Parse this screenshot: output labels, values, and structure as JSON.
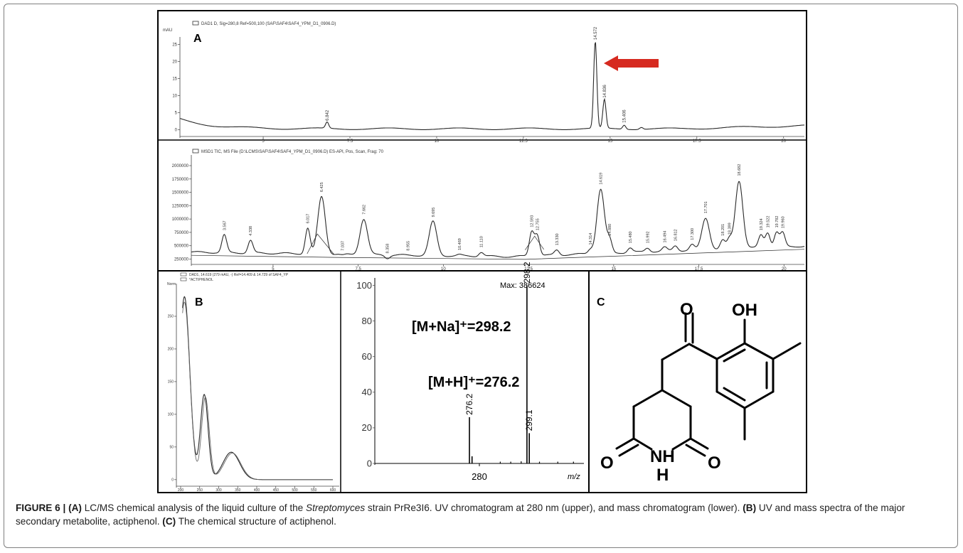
{
  "figure": {
    "panel_labels": {
      "a": "A",
      "b": "B",
      "c": "C"
    },
    "uv_header": "DAD1 D, Sig=280,8 Ref=500,100 (SAF\\SAF4\\SAF4_YPM_D1_0906.D)",
    "tic_header": "MSD1 TIC, MS File (D:\\LCMS\\SAF\\SAF4\\SAF4_YPM_D1_0906.D)   ES-API, Pos, Scan, Frag: 70",
    "uv_spec_header_1": "DAD1, 14.619 (279 mAU, -) Ref=14.409 & 14.729 of SAF4_YP",
    "uv_spec_header_2": "*ACTIPHENOL",
    "uv_spec_yunit": "Norm.",
    "ms_max_label": "Max: 386624",
    "ms_xunit": "m/z",
    "ann_na": "[M+Na]⁺=298.2",
    "ann_h": "[M+H]⁺=276.2",
    "struct_labels": {
      "o_ketone": "O",
      "oh": "OH",
      "o_left": "O",
      "o_right": "O",
      "nh": "NH",
      "h": "H"
    }
  },
  "chart_data": [
    {
      "type": "line",
      "panel": "A-upper",
      "ylabel": "mAU",
      "xlim": [
        2.6,
        20.6
      ],
      "ylim": [
        -2,
        28
      ],
      "x_ticks": [
        "5",
        "7.5",
        "10",
        "12.5",
        "15",
        "17.5",
        "20"
      ],
      "y_ticks": [
        "0",
        "5",
        "10",
        "15",
        "20",
        "25"
      ],
      "peaks": [
        {
          "rt": 6.842,
          "label": "6.842",
          "height": 1.8
        },
        {
          "rt": 14.572,
          "label": "14.572",
          "height": 25.5
        },
        {
          "rt": 14.836,
          "label": "14.836",
          "height": 8.5
        },
        {
          "rt": 15.406,
          "label": "15.406",
          "height": 1.2
        }
      ],
      "arrow_target": "14.572"
    },
    {
      "type": "line",
      "panel": "A-lower",
      "xlim": [
        2.6,
        20.6
      ],
      "ylim": [
        150000,
        2200000
      ],
      "x_ticks": [
        "5",
        "7.5",
        "10",
        "12.5",
        "15",
        "17.5",
        "20"
      ],
      "y_ticks": [
        "250000",
        "500000",
        "750000",
        "1000000",
        "1250000",
        "1500000",
        "1750000",
        "2000000"
      ],
      "peaks": [
        {
          "rt": 3.567,
          "label": "3.567",
          "height": 700000
        },
        {
          "rt": 4.338,
          "label": "4.338",
          "height": 600000
        },
        {
          "rt": 6.017,
          "label": "6.017",
          "height": 830000
        },
        {
          "rt": 6.425,
          "label": "6.425",
          "height": 1420000
        },
        {
          "rt": 7.037,
          "label": "7.037",
          "height": 320000
        },
        {
          "rt": 7.662,
          "label": "7.662",
          "height": 1000000
        },
        {
          "rt": 8.358,
          "label": "8.358",
          "height": 270000
        },
        {
          "rt": 8.955,
          "label": "8.955",
          "height": 320000
        },
        {
          "rt": 9.695,
          "label": "9.695",
          "height": 950000
        },
        {
          "rt": 10.469,
          "label": "10.469",
          "height": 330000
        },
        {
          "rt": 11.11,
          "label": "11.110",
          "height": 380000
        },
        {
          "rt": 12.593,
          "label": "12.593",
          "height": 760000
        },
        {
          "rt": 12.755,
          "label": "12.755",
          "height": 700000
        },
        {
          "rt": 13.33,
          "label": "13.330",
          "height": 420000
        },
        {
          "rt": 14.314,
          "label": "14.314",
          "height": 430000
        },
        {
          "rt": 14.619,
          "label": "14.619",
          "height": 1560000
        },
        {
          "rt": 14.88,
          "label": "14.880",
          "height": 600000
        },
        {
          "rt": 15.48,
          "label": "15.480",
          "height": 460000
        },
        {
          "rt": 15.992,
          "label": "15.992",
          "height": 460000
        },
        {
          "rt": 16.494,
          "label": "16.494",
          "height": 470000
        },
        {
          "rt": 16.812,
          "label": "16.812",
          "height": 500000
        },
        {
          "rt": 17.3,
          "label": "17.300",
          "height": 520000
        },
        {
          "rt": 17.701,
          "label": "17.701",
          "height": 1020000
        },
        {
          "rt": 18.201,
          "label": "18.201",
          "height": 600000
        },
        {
          "rt": 18.399,
          "label": "18.399",
          "height": 620000
        },
        {
          "rt": 18.682,
          "label": "18.682",
          "height": 1720000
        },
        {
          "rt": 19.324,
          "label": "19.324",
          "height": 700000
        },
        {
          "rt": 19.522,
          "label": "19.522",
          "height": 750000
        },
        {
          "rt": 19.782,
          "label": "19.782",
          "height": 750000
        },
        {
          "rt": 19.96,
          "label": "19.960",
          "height": 740000
        }
      ]
    },
    {
      "type": "line",
      "panel": "B-uv",
      "xlim": [
        200,
        600
      ],
      "ylim": [
        -10,
        300
      ],
      "x_ticks": [
        "200",
        "250",
        "300",
        "350",
        "400",
        "450",
        "500",
        "550",
        "600"
      ],
      "y_ticks": [
        "0",
        "50",
        "100",
        "150",
        "200",
        "250"
      ],
      "bands": [
        {
          "wavelength": 210,
          "height": 280
        },
        {
          "wavelength": 262,
          "height": 130
        },
        {
          "wavelength": 333,
          "height": 42
        }
      ]
    },
    {
      "type": "bar",
      "panel": "B-ms",
      "xlim": [
        240,
        320
      ],
      "ylim": [
        0,
        105
      ],
      "x_ticks": [
        "280"
      ],
      "y_ticks": [
        "0",
        "20",
        "40",
        "60",
        "80",
        "100"
      ],
      "peaks": [
        {
          "mz": 276.2,
          "label": "276.2",
          "intensity": 26
        },
        {
          "mz": 277.2,
          "label": "",
          "intensity": 4
        },
        {
          "mz": 298.2,
          "label": "298.2",
          "intensity": 100
        },
        {
          "mz": 299.1,
          "label": "299.1",
          "intensity": 17
        }
      ]
    }
  ],
  "caption": {
    "figure_label": "FIGURE 6 | ",
    "a_label": "(A)",
    "a_text_1": " LC/MS chemical analysis of the liquid culture of the ",
    "a_italic": "Streptomyces",
    "a_text_2": " strain PrRe3I6. UV chromatogram at 280 nm (upper), and mass chromatogram (lower). ",
    "b_label": "(B)",
    "b_text": " UV and mass spectra of the major secondary metabolite, actiphenol. ",
    "c_label": "(C)",
    "c_text": " The chemical structure of actiphenol."
  }
}
